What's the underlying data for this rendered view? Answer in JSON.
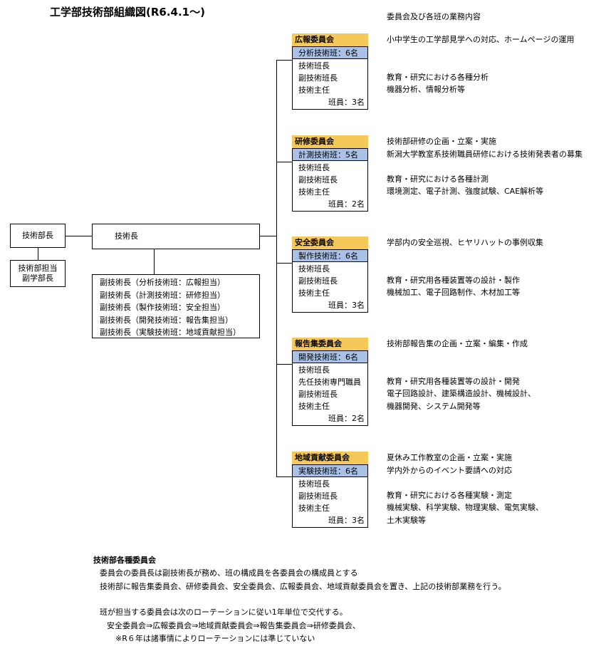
{
  "title": "工学部技術部組織図(R6.4.1〜)",
  "duties_header": "委員会及び各班の業務内容",
  "left": {
    "head": "技術部長",
    "deputy": "技術部担当\n副学部長",
    "chief": "技術長",
    "deputies": [
      "副技術長（分析技術班：広報担当）",
      "副技術長（計測技術班：研修担当）",
      "副技術長（製作技術班：安全担当）",
      "副技術長（開発技術班：報告集担当）",
      "副技術長（実験技術班：地域貢献担当）"
    ]
  },
  "committees": [
    {
      "committee": "広報委員会",
      "team": "分析技術班：6名",
      "members": [
        "技術班長",
        "副技術班長",
        "技術主任"
      ],
      "count": "班員：3名",
      "duties": [
        "小中学生の工学部見学への対応、ホームページの運用",
        "",
        "",
        "教育・研究における各種分析",
        "機器分析、情報分析等"
      ]
    },
    {
      "committee": "研修委員会",
      "team": "計測技術班：5名",
      "members": [
        "技術班長",
        "副技術班長",
        "技術主任"
      ],
      "count": "班員：2名",
      "duties": [
        "技術部研修の企画・立案・実施",
        "新潟大学教室系技術職員研修における技術発表者の募集",
        "",
        "教育・研究における各種計測",
        "環境測定、電子計測、強度試験、CAE解析等"
      ]
    },
    {
      "committee": "安全委員会",
      "team": "製作技術班：6名",
      "members": [
        "技術班長",
        "副技術班長",
        "技術主任"
      ],
      "count": "班員：3名",
      "duties": [
        "学部内の安全巡視、ヒヤリハットの事例収集",
        "",
        "",
        "教育・研究用各種装置等の設計・製作",
        "機械加工、電子回路制作、木材加工等"
      ]
    },
    {
      "committee": "報告集委員会",
      "team": "開発技術班：6名",
      "members": [
        "技術班長",
        "先任技術専門職員",
        "副技術班長",
        "技術主任"
      ],
      "count": "班員：2名",
      "duties": [
        "技術部報告集の企画・立案・編集・作成",
        "",
        "",
        "教育・研究用各種装置等の設計・開発",
        "電子回路設計、建築構造設計、機械設計、",
        "機器開発、システム開発等"
      ]
    },
    {
      "committee": "地域貢献委員会",
      "team": "実験技術班：6名",
      "members": [
        "技術班長",
        "副技術班長",
        "技術主任"
      ],
      "count": "班員：3名",
      "duties": [
        "夏休み工作教室の企画・立案・実施",
        "学内外からのイベント要請への対応",
        "",
        "教育・研究における各種実験・測定",
        "機械実験、科学実験、物理実験、電気実験、",
        "土木実験等"
      ]
    }
  ],
  "notes": {
    "heading": "技術部各種委員会",
    "lines": [
      "委員会の委員長は副技術長が務め、班の構成員を各委員会の構成員とする",
      "技術部に報告集委員会、研修委員会、安全委員会、広報委員会、地域貢献委員会を置き、上記の技術部業務を行う。",
      "",
      "班が担当する委員会は次のローテーションに従い1年単位で交代する。",
      "安全委員会⇒広報委員会⇒地域貢献委員会⇒報告集委員会⇒研修委員会、",
      "※R６年は諸事情によりローテーションには準じていない"
    ]
  },
  "colors": {
    "committee_header": "#f5c85a",
    "team_header": "#a9c1e6"
  }
}
